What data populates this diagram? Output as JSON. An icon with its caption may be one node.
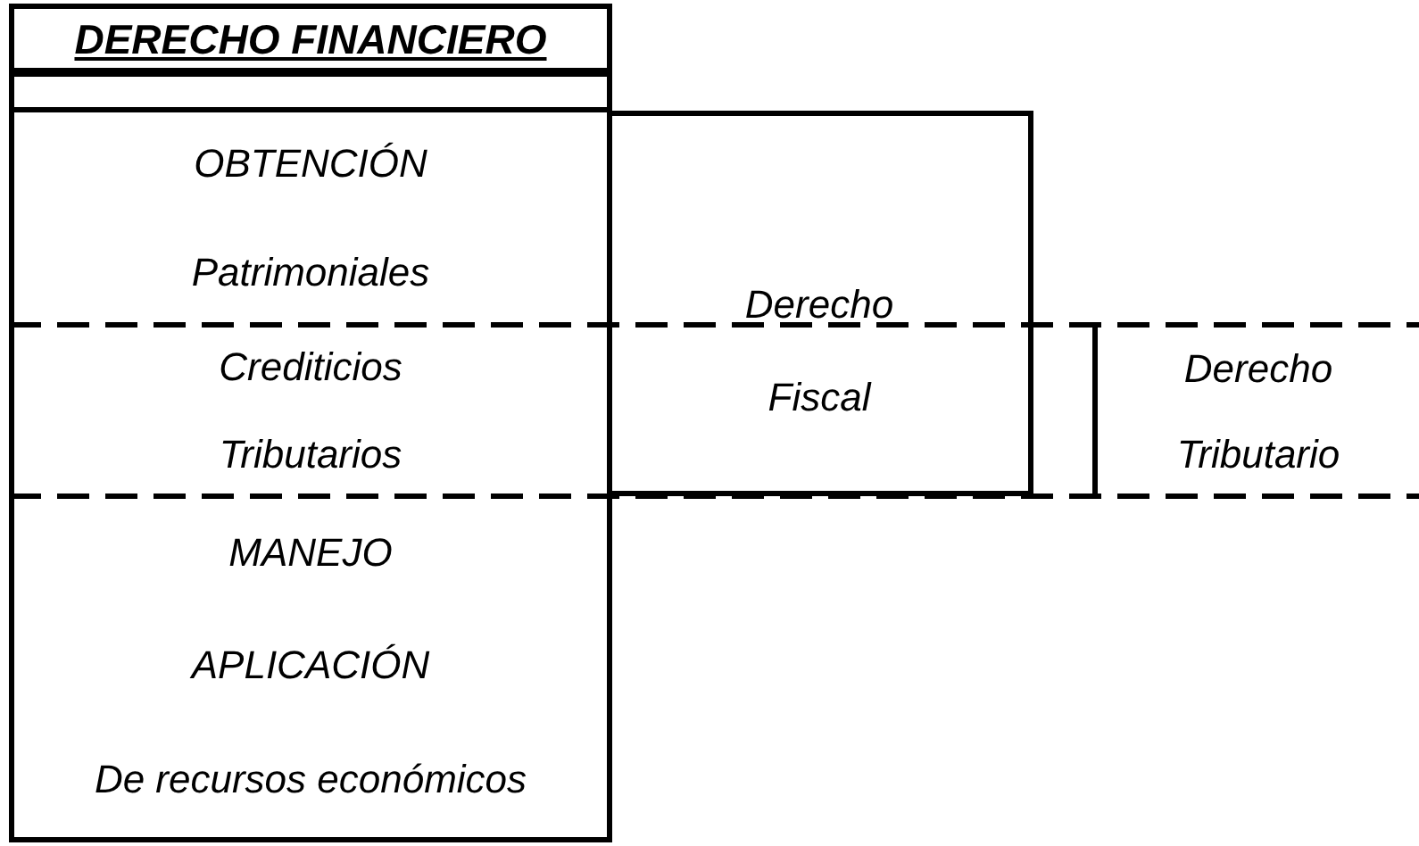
{
  "diagram": {
    "nodes": [
      {
        "text": [
          "DERECHO FINANCIERO"
        ]
      },
      {
        "text": [],
        "shape": "box"
      },
      {
        "text": [
          "OBTENCIÓN",
          "Patrimoniales"
        ]
      },
      {
        "text": [
          "Crediticios",
          "Tributarios"
        ]
      },
      {
        "text": [
          "MANEJO",
          "APLICACIÓN",
          "De recursos económicos"
        ]
      },
      {
        "text": [
          "Derecho Fiscal"
        ]
      },
      {
        "text": [
          "Derecho Tributario"
        ]
      }
    ],
    "edges": []
  }
}
